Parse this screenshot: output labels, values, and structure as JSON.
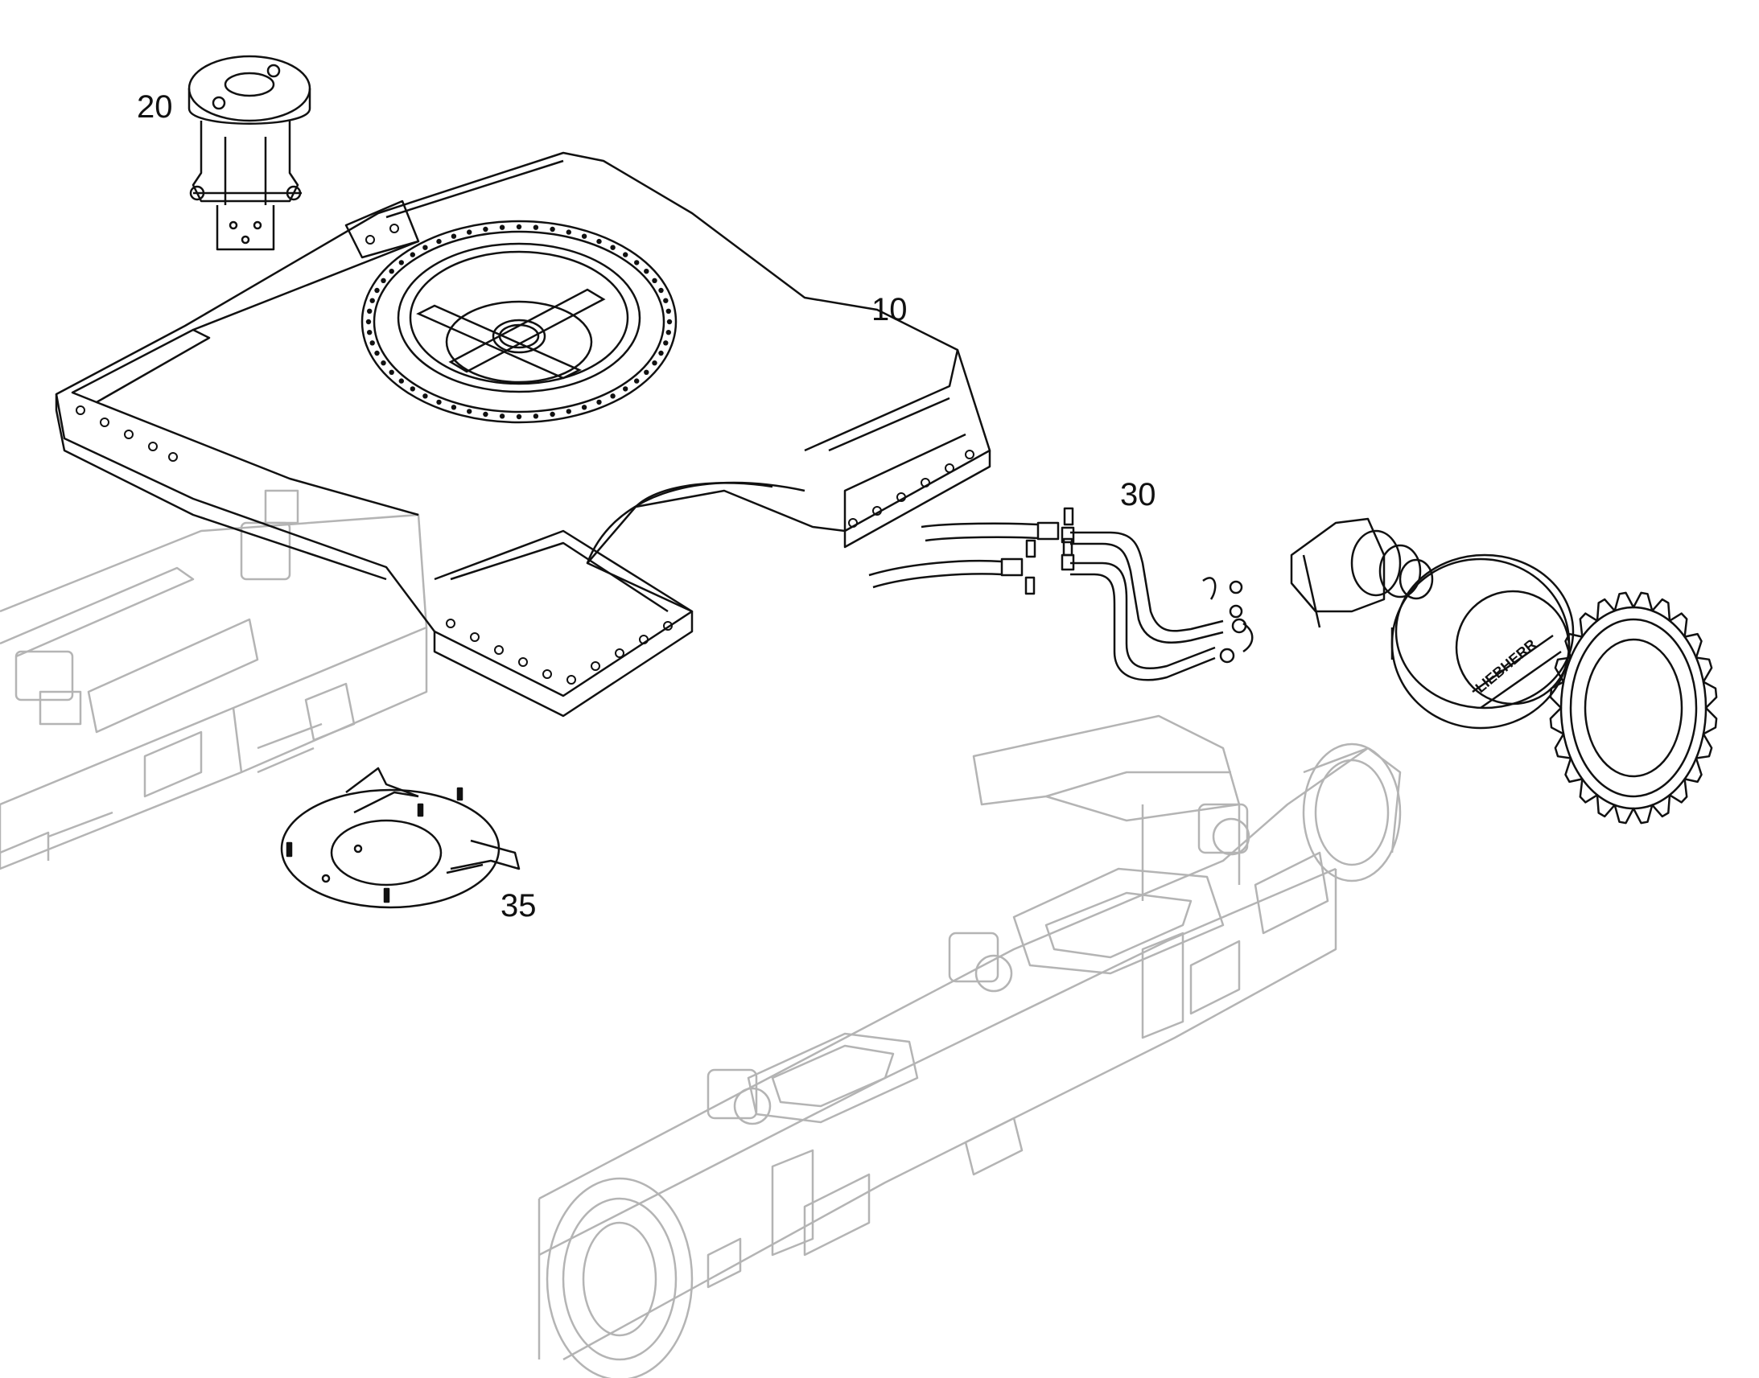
{
  "callouts": {
    "c10": "10",
    "c20": "20",
    "c30": "30",
    "c35": "35"
  },
  "nameplate": "LIEBHERR",
  "colors": {
    "line": "#111111",
    "faded": "#b4b4b4",
    "background": "#ffffff"
  }
}
